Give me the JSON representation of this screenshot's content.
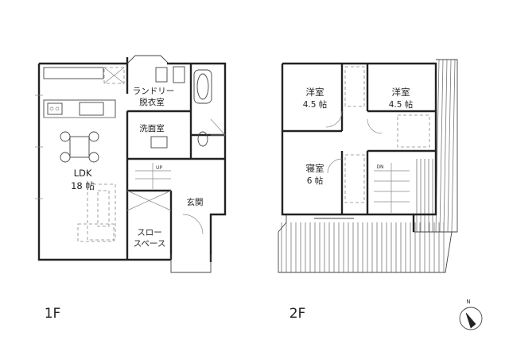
{
  "floor1": {
    "label": "1F",
    "rooms": {
      "ldk_name": "LDK",
      "ldk_size": "18 帖",
      "laundry_line1": "ランドリー",
      "laundry_line2": "脱衣室",
      "washroom": "洗面室",
      "entrance": "玄関",
      "slope_line1": "スロー",
      "slope_line2": "スペース"
    },
    "stair_mark": "UP"
  },
  "floor2": {
    "label": "2F",
    "rooms": {
      "western1_name": "洋室",
      "western1_size": "4.5 帖",
      "western2_name": "洋室",
      "western2_size": "4.5 帖",
      "bedroom_name": "寝室",
      "bedroom_size": "6 帖"
    },
    "stair_mark": "DN"
  },
  "compass": {
    "north": "N"
  },
  "colors": {
    "wall": "#222222",
    "line": "#777777",
    "background": "#ffffff"
  }
}
